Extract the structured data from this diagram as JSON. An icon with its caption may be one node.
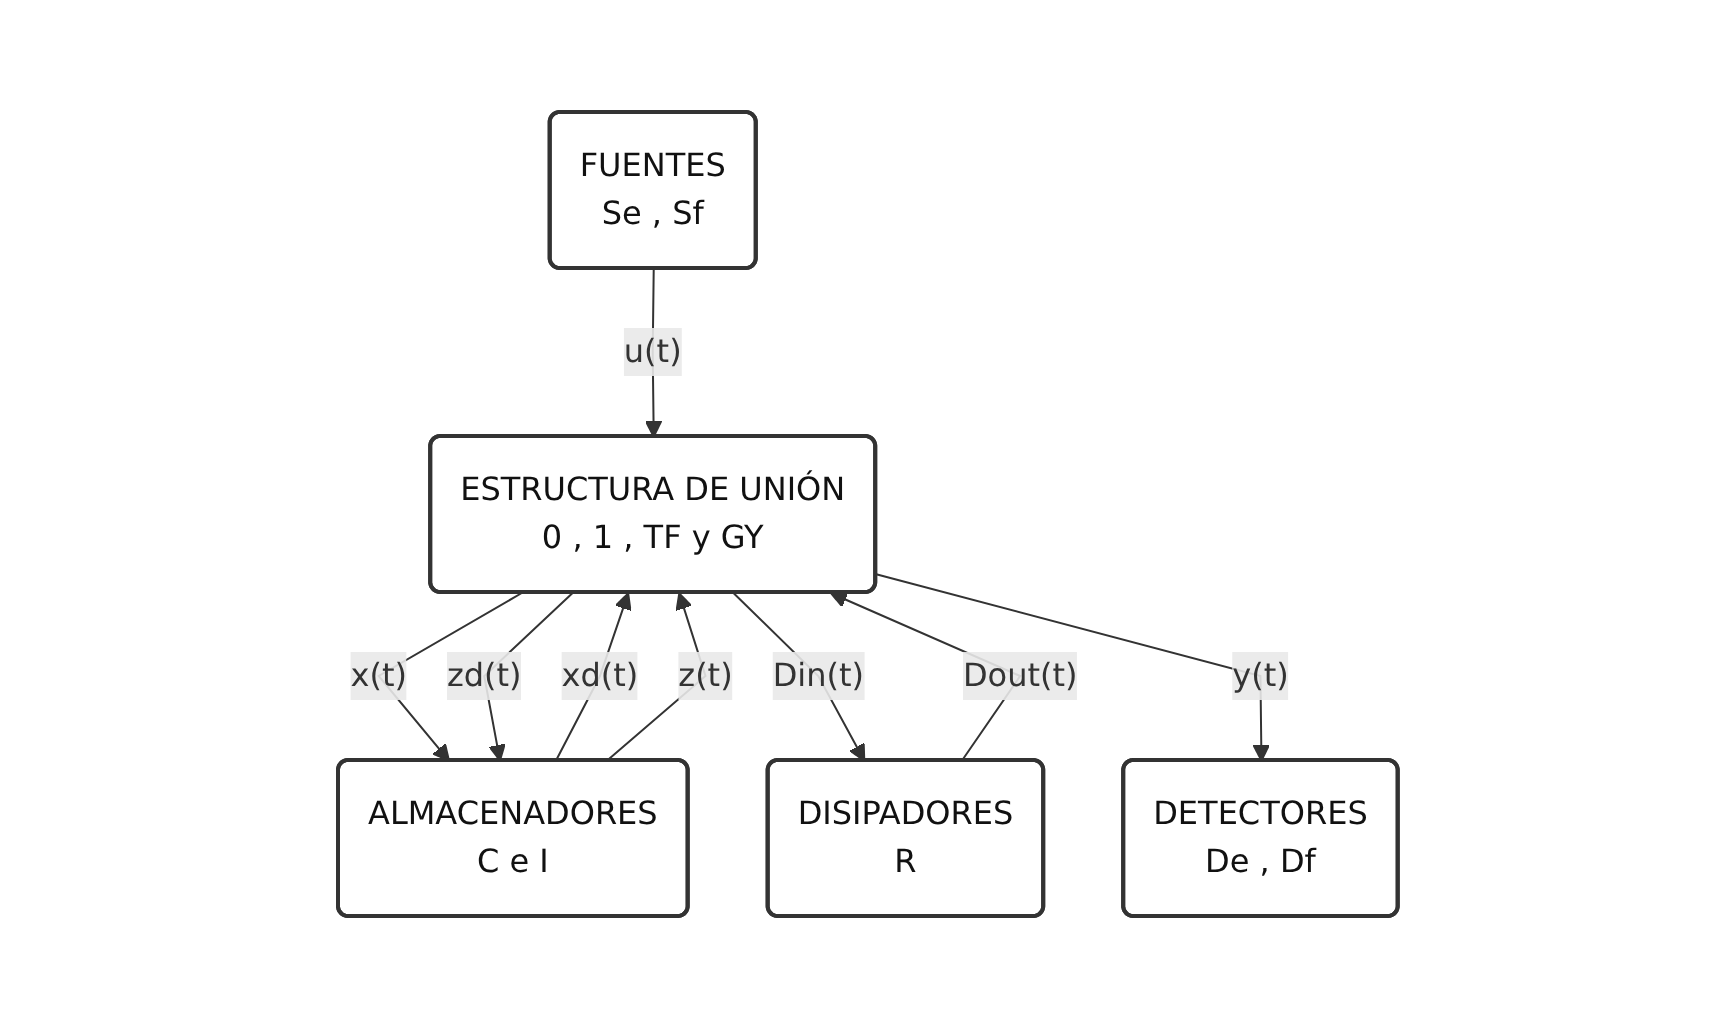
{
  "diagram": {
    "nodes": [
      {
        "text": [
          "FUENTES",
          "Se , Sf"
        ]
      },
      {
        "text": [
          "ALMACENADORES",
          "C e I"
        ]
      },
      {
        "text": [
          "ESTRUCTURA DE UNIÓN",
          "0 , 1 , TF y GY"
        ]
      },
      {
        "text": [
          "DISIPADORES",
          "R"
        ]
      },
      {
        "text": [
          "DETECTORES",
          "De , Df"
        ]
      }
    ],
    "edges": [
      {
        "from": 0,
        "to": 2,
        "arrow": "to",
        "label": "u(t)"
      },
      {
        "from": 2,
        "to": 1,
        "arrow": "to",
        "label": "x(t)"
      },
      {
        "from": 2,
        "to": 1,
        "arrow": "to",
        "label": "zd(t)"
      },
      {
        "from": 1,
        "to": 2,
        "arrow": "to",
        "label": "xd(t)"
      },
      {
        "from": 1,
        "to": 2,
        "arrow": "to",
        "label": "z(t)"
      },
      {
        "from": 2,
        "to": 3,
        "arrow": "to",
        "label": "Din(t)"
      },
      {
        "from": 3,
        "to": 2,
        "arrow": "to",
        "label": "Dout(t)"
      },
      {
        "from": 2,
        "to": 4,
        "arrow": "to",
        "label": "y(t)"
      }
    ]
  }
}
